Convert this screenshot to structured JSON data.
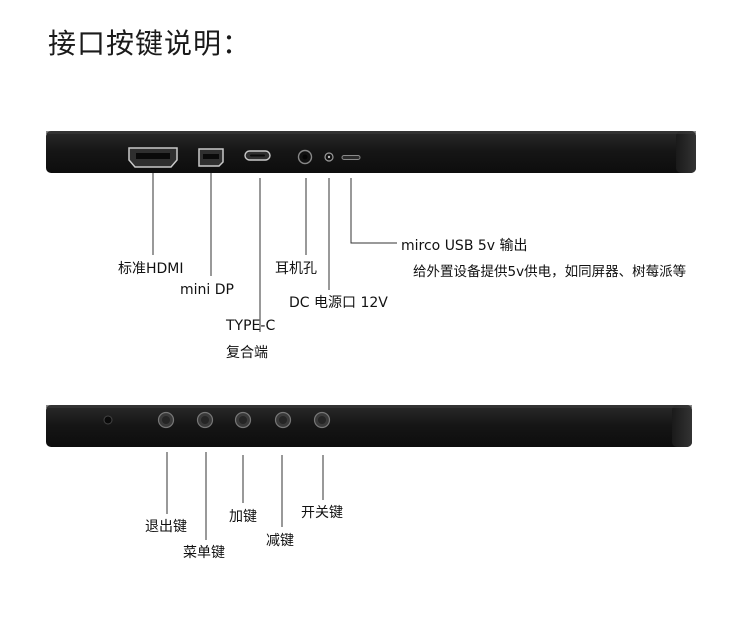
{
  "title": "接口按键说明：",
  "top_panel": {
    "labels": {
      "hdmi": "标准HDMI",
      "mini_dp": "mini DP",
      "type_c_line1": "TYPE-C",
      "type_c_line2": "复合端",
      "earphone": "耳机孔",
      "dc_power": "DC 电源口 12V",
      "micro_usb_line1": "mirco USB 5v 输出",
      "micro_usb_line2": "给外置设备提供5v供电，如同屏器、树莓派等"
    }
  },
  "bottom_panel": {
    "labels": {
      "exit": "退出键",
      "menu": "菜单键",
      "plus": "加键",
      "minus": "减键",
      "power": "开关键"
    }
  },
  "colors": {
    "device_body": "#1b1b1b",
    "device_edge": "#2c2c2c",
    "leader_line": "#333333"
  }
}
